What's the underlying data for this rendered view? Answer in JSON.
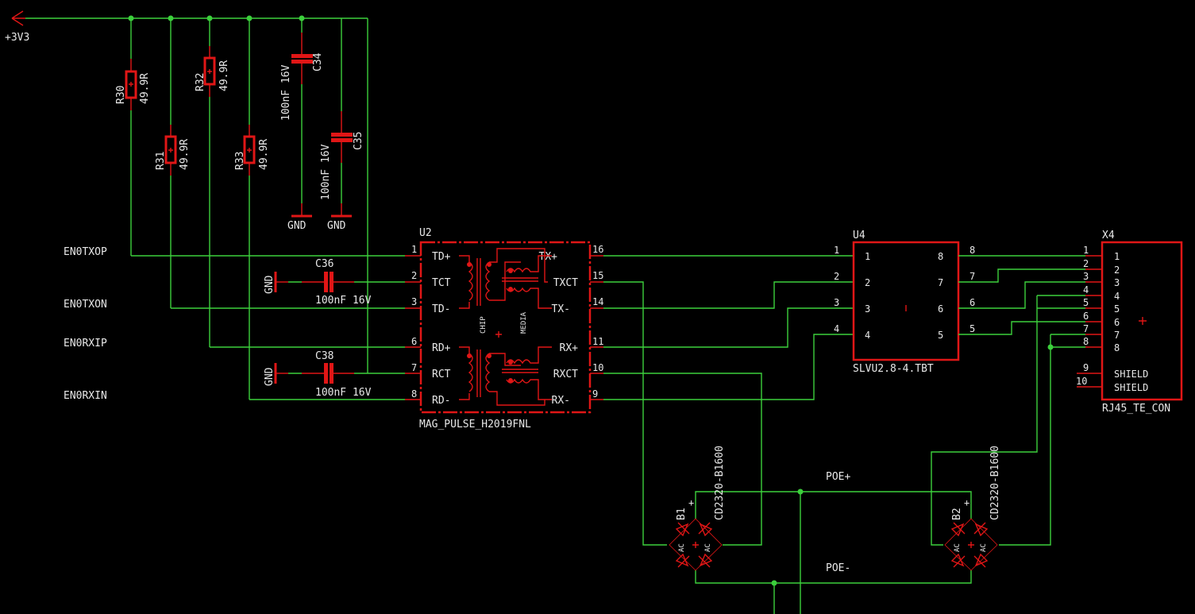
{
  "window": {
    "background": "#000000",
    "wire_color": "#3ccf3c",
    "part_color": "#e01616",
    "text_color": "#e8e8e8"
  },
  "supply": {
    "name": "+3V3"
  },
  "nets": {
    "en0txop": "EN0TXOP",
    "en0txon": "EN0TXON",
    "en0rxip": "EN0RXIP",
    "en0rxin": "EN0RXIN",
    "poe_plus": "POE+",
    "poe_minus": "POE-",
    "gnd": "GND"
  },
  "resistors": [
    {
      "ref": "R30",
      "value": "49.9R"
    },
    {
      "ref": "R31",
      "value": "49.9R"
    },
    {
      "ref": "R32",
      "value": "49.9R"
    },
    {
      "ref": "R33",
      "value": "49.9R"
    }
  ],
  "capacitors": [
    {
      "ref": "C34",
      "value": "100nF 16V"
    },
    {
      "ref": "C35",
      "value": "100nF 16V"
    },
    {
      "ref": "C36",
      "value": "100nF 16V"
    },
    {
      "ref": "C38",
      "value": "100nF 16V"
    }
  ],
  "u2": {
    "ref": "U2",
    "part": "MAG_PULSE_H2019FNL",
    "left_pins": [
      {
        "num": "1",
        "name": "TD+"
      },
      {
        "num": "2",
        "name": "TCT"
      },
      {
        "num": "3",
        "name": "TD-"
      },
      {
        "num": "6",
        "name": "RD+"
      },
      {
        "num": "7",
        "name": "RCT"
      },
      {
        "num": "8",
        "name": "RD-"
      }
    ],
    "right_pins": [
      {
        "num": "16",
        "name": "TX+"
      },
      {
        "num": "15",
        "name": "TXCT"
      },
      {
        "num": "14",
        "name": "TX-"
      },
      {
        "num": "11",
        "name": "RX+"
      },
      {
        "num": "10",
        "name": "RXCT"
      },
      {
        "num": "9",
        "name": "RX-"
      }
    ],
    "side_chip": "CHIP",
    "side_media": "MEDIA"
  },
  "u4": {
    "ref": "U4",
    "part": "SLVU2.8-4.TBT",
    "left_pins": [
      "1",
      "2",
      "3",
      "4"
    ],
    "left_inner": [
      "1",
      "2",
      "3",
      "4"
    ],
    "right_pins": [
      "8",
      "7",
      "6",
      "5"
    ],
    "right_inner": [
      "8",
      "7",
      "6",
      "5"
    ]
  },
  "x4": {
    "ref": "X4",
    "part": "RJ45_TE_CON",
    "pins": [
      "1",
      "2",
      "3",
      "4",
      "5",
      "6",
      "7",
      "8"
    ],
    "shield_pins": [
      {
        "num": "9",
        "name": "SHIELD"
      },
      {
        "num": "10",
        "name": "SHIELD"
      }
    ]
  },
  "bridges": [
    {
      "ref": "B1",
      "part": "CD2320-B1600",
      "plus": "+",
      "ac": "AC"
    },
    {
      "ref": "B2",
      "part": "CD2320-B1600",
      "plus": "+",
      "ac": "AC"
    }
  ]
}
